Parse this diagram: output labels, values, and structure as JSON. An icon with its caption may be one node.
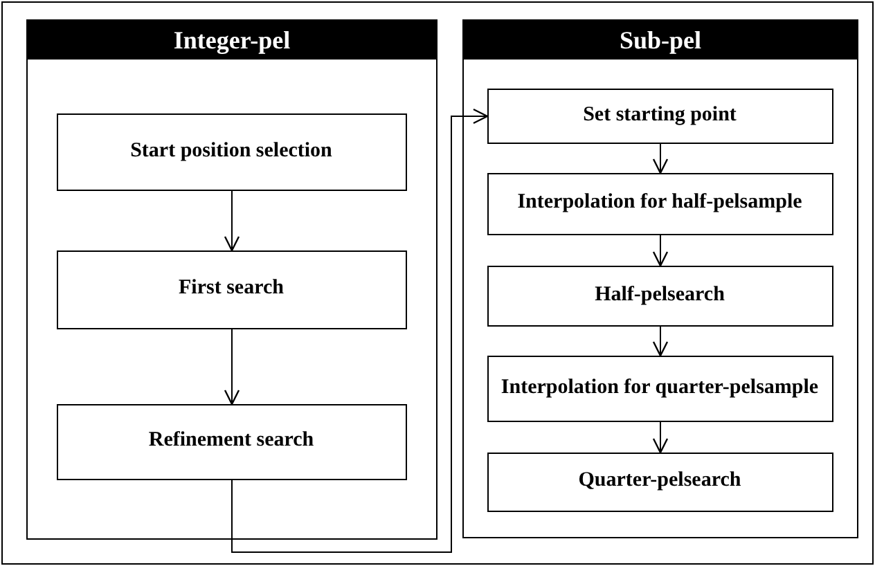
{
  "diagram": {
    "nodes": [
      {
        "text": [
          "Integer-pel"
        ]
      },
      {
        "text": [
          "Start position selection"
        ],
        "in": 0
      },
      {
        "text": [
          "First search"
        ],
        "in": 0
      },
      {
        "text": [
          "Refinement search"
        ],
        "in": 0
      },
      {
        "text": [
          "Sub-pel"
        ]
      },
      {
        "text": [
          "Set starting point"
        ],
        "in": 4
      },
      {
        "text": [
          "Interpolation for half-pelsample"
        ],
        "in": 4
      },
      {
        "text": [
          "Half-pelsearch"
        ],
        "in": 4
      },
      {
        "text": [
          "Interpolation for quarter-pelsample"
        ],
        "in": 4
      },
      {
        "text": [
          "Quarter-pelsearch"
        ],
        "in": 4
      }
    ],
    "edges": [
      {
        "from": 1,
        "to": 2,
        "arrow": "to"
      },
      {
        "from": 2,
        "to": 3,
        "arrow": "to"
      },
      {
        "from": 3,
        "to": 5,
        "arrow": "to"
      },
      {
        "from": 5,
        "to": 6,
        "arrow": "to"
      },
      {
        "from": 6,
        "to": 7,
        "arrow": "to"
      },
      {
        "from": 7,
        "to": 8,
        "arrow": "to"
      },
      {
        "from": 8,
        "to": 9,
        "arrow": "to"
      }
    ]
  }
}
